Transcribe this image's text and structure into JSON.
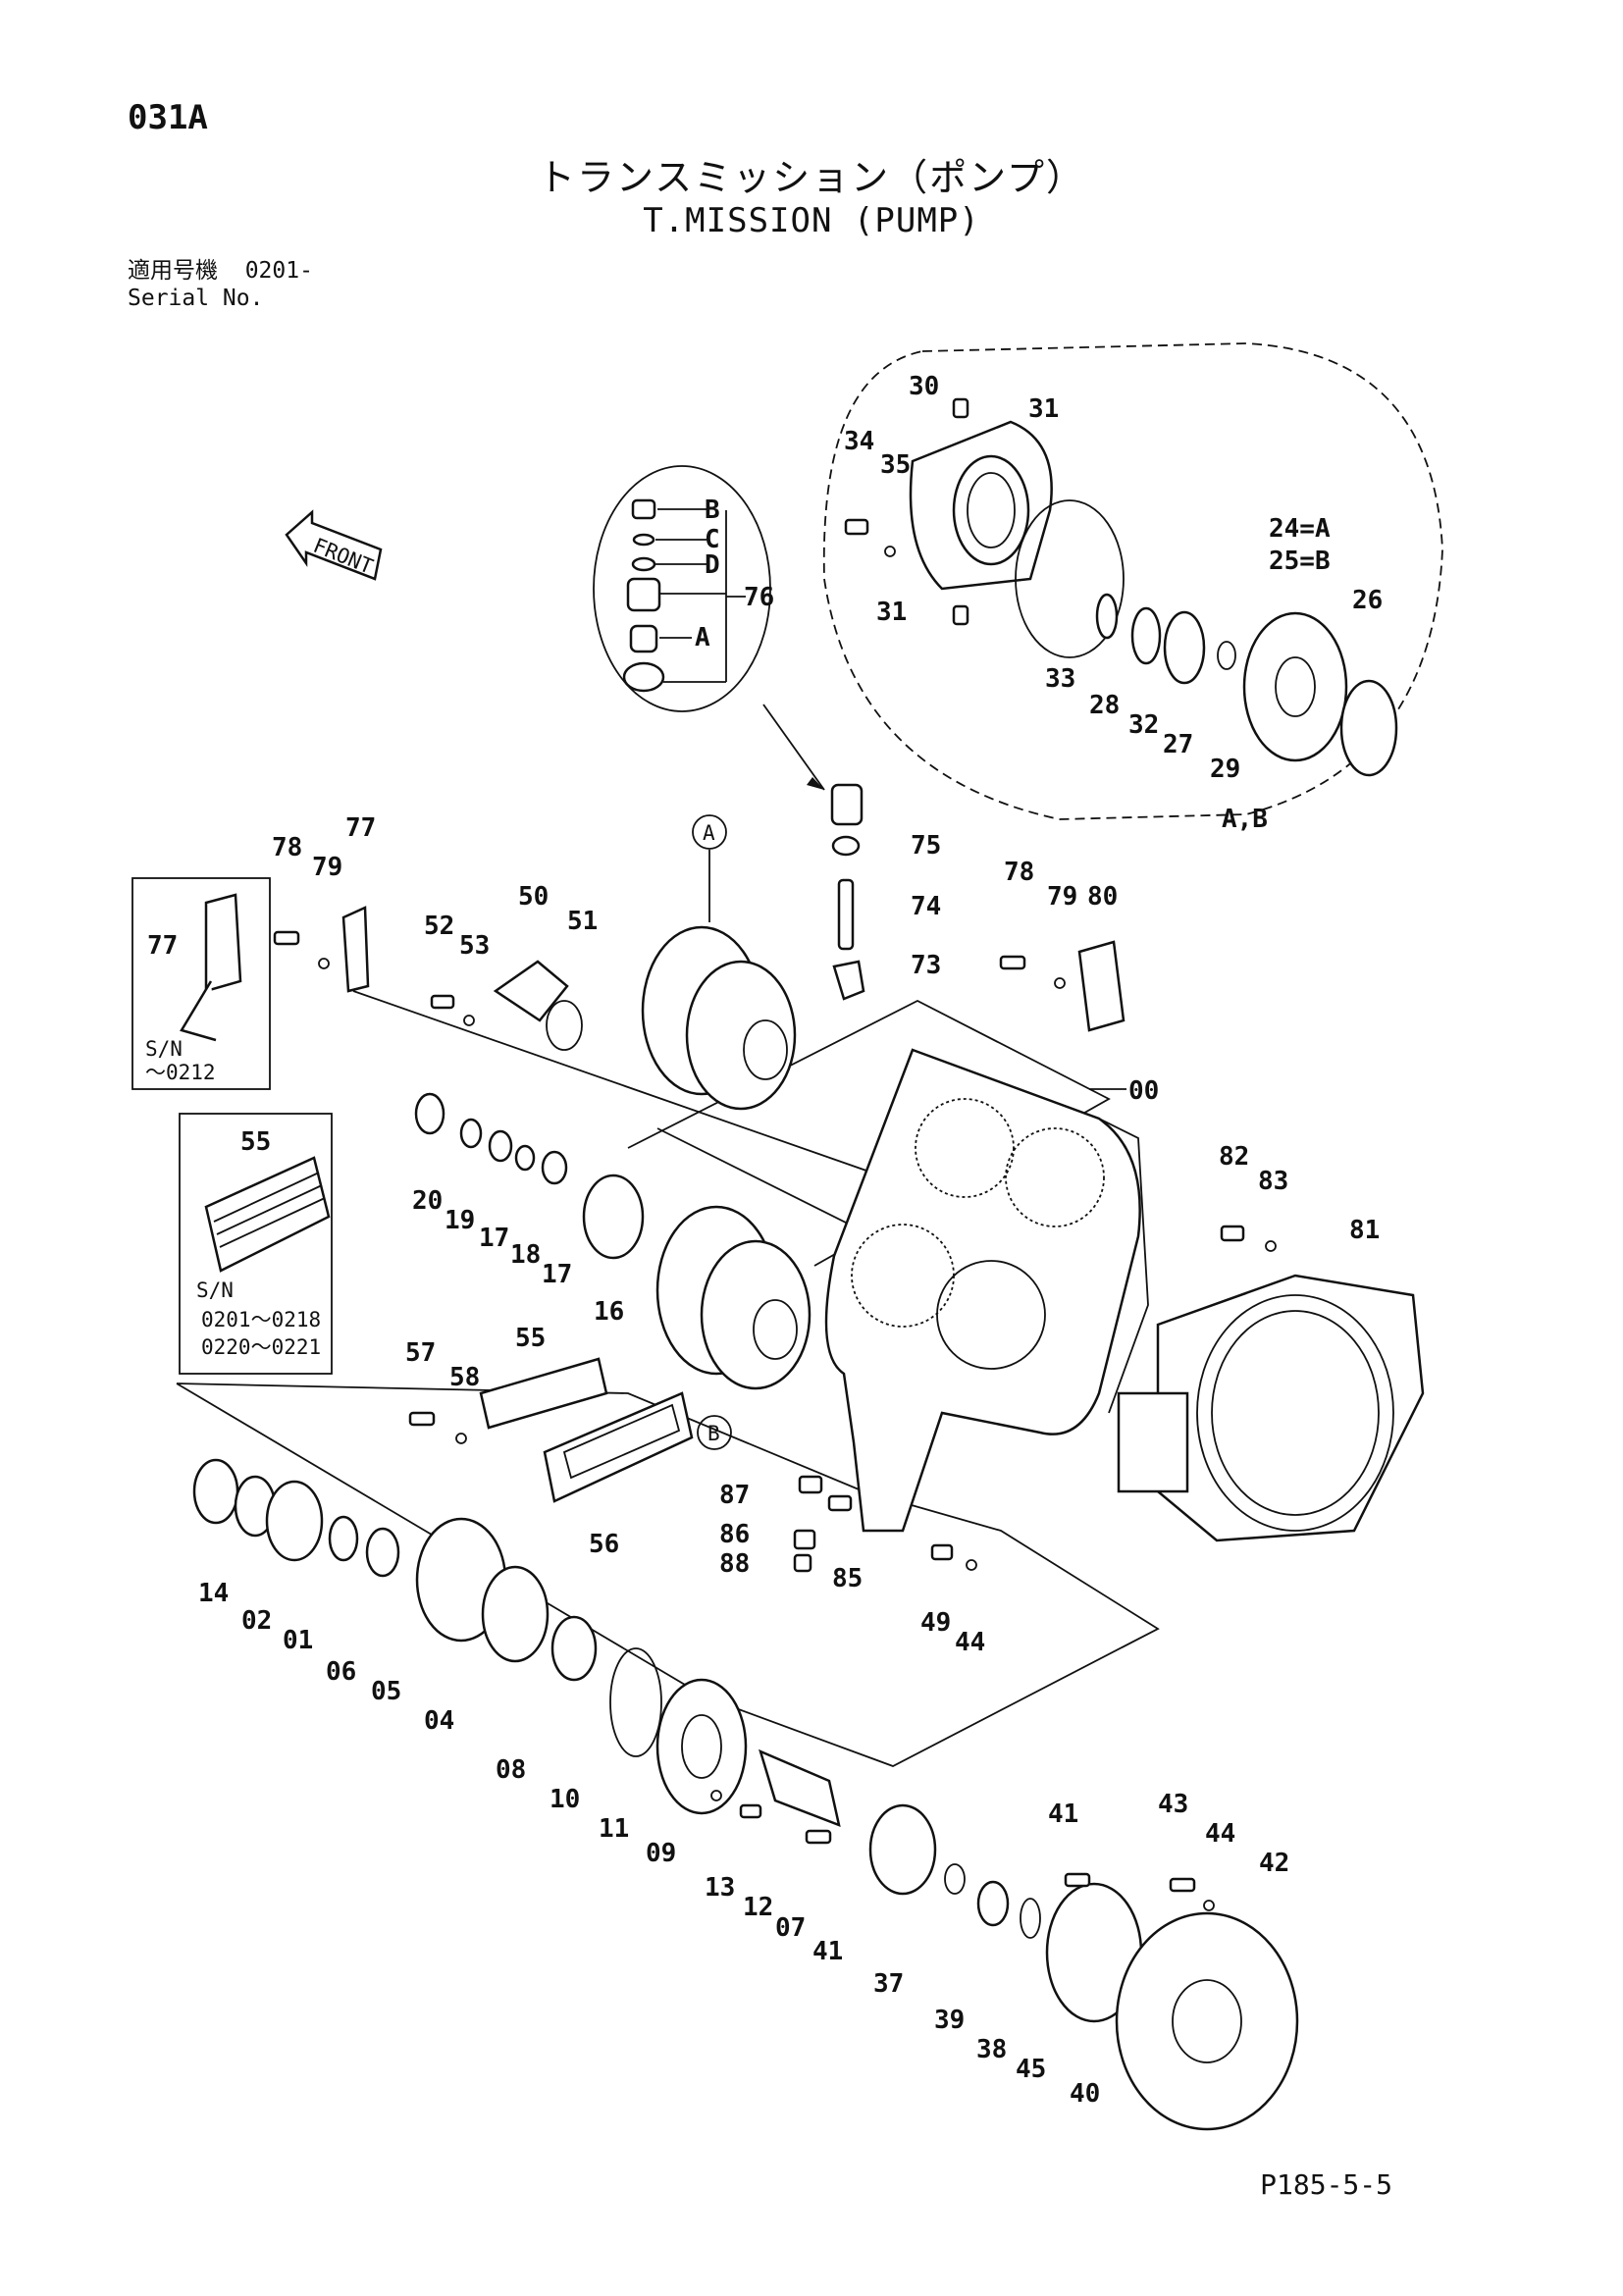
{
  "header": {
    "page_code": "031A",
    "title_jp": "トランスミッション（ポンプ）",
    "title_en": "T.MISSION (PUMP)",
    "serial_label_jp": "適用号機",
    "serial_value": "0201-",
    "serial_label_en": "Serial No."
  },
  "footer": {
    "page_ref": "P185-5-5"
  },
  "direction_label": "FRONT",
  "insets": {
    "top_left_sn": "S/N",
    "top_left_range": "～0212",
    "mid_left_sn": "S/N",
    "mid_left_range_1": "0201～0218",
    "mid_left_range_2": "0220～0221"
  },
  "callouts": {
    "A": "A",
    "B": "B",
    "AB": "A,B",
    "eq24": "24=A",
    "eq25": "25=B",
    "bolt_B": "B",
    "bolt_C": "C",
    "bolt_D": "D",
    "bolt_A": "A"
  },
  "parts": {
    "p00": "00",
    "p01": "01",
    "p02": "02",
    "p04": "04",
    "p05": "05",
    "p06": "06",
    "p07": "07",
    "p08": "08",
    "p09": "09",
    "p10": "10",
    "p11": "11",
    "p12": "12",
    "p13": "13",
    "p14": "14",
    "p16": "16",
    "p17a": "17",
    "p17b": "17",
    "p18": "18",
    "p19": "19",
    "p20": "20",
    "p26": "26",
    "p27": "27",
    "p28": "28",
    "p29": "29",
    "p30": "30",
    "p31a": "31",
    "p31b": "31",
    "p32": "32",
    "p33": "33",
    "p34": "34",
    "p35": "35",
    "p37": "37",
    "p38": "38",
    "p39": "39",
    "p40": "40",
    "p41a": "41",
    "p41b": "41",
    "p42": "42",
    "p43": "43",
    "p44a": "44",
    "p44b": "44",
    "p45": "45",
    "p49": "49",
    "p50": "50",
    "p51": "51",
    "p52": "52",
    "p53": "53",
    "p55a": "55",
    "p55b": "55",
    "p56": "56",
    "p57": "57",
    "p58": "58",
    "p73": "73",
    "p74": "74",
    "p75": "75",
    "p76": "76",
    "p77a": "77",
    "p77b": "77",
    "p78a": "78",
    "p78b": "78",
    "p79a": "79",
    "p79b": "79",
    "p80": "80",
    "p81": "81",
    "p82": "82",
    "p83": "83",
    "p85": "85",
    "p86": "86",
    "p87": "87",
    "p88": "88"
  }
}
